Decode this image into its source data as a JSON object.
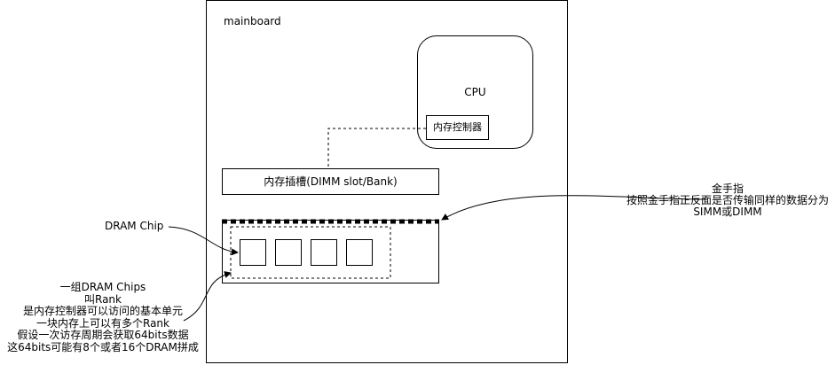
{
  "diagram": {
    "mainboard_label": "mainboard",
    "cpu_label": "CPU",
    "memory_controller_label": "内存控制器",
    "dimm_slot_label": "内存插槽(DIMM slot/Bank)",
    "dram_chip_label": "DRAM Chip",
    "gold_finger_lines": [
      "金手指",
      "按照金手指正反面是否传输同样的数据分为",
      "SIMM或DIMM"
    ],
    "rank_note_lines": [
      "一组DRAM Chips",
      "叫Rank",
      "是内存控制器可以访问的基本单元",
      "一块内存上可以有多个Rank",
      "假设一次访存周期会获取64bits数据",
      "这64bits可能有8个或者16个DRAM拼成"
    ]
  }
}
